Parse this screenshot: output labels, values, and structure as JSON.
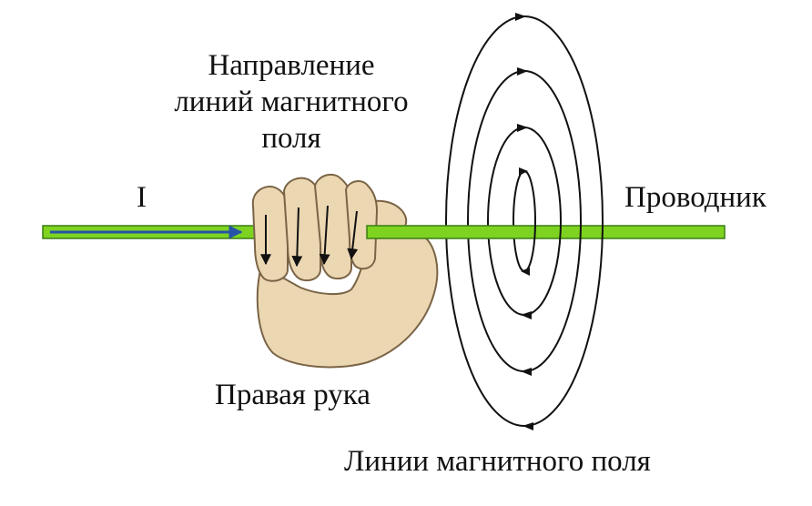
{
  "labels": {
    "field_direction": [
      "Направление",
      "линий магнитного",
      "поля"
    ],
    "current": "I",
    "conductor": "Проводник",
    "right_hand": "Правая рука",
    "field_lines": "Линии магнитного поля"
  },
  "colors": {
    "conductor_fill": "#7ed321",
    "conductor_stroke": "#3b7d12",
    "current_arrow": "#2753a7",
    "field_line": "#111111",
    "hand_fill": "#ecd7b3",
    "hand_stroke": "#7a6446"
  },
  "field_rings": 4
}
